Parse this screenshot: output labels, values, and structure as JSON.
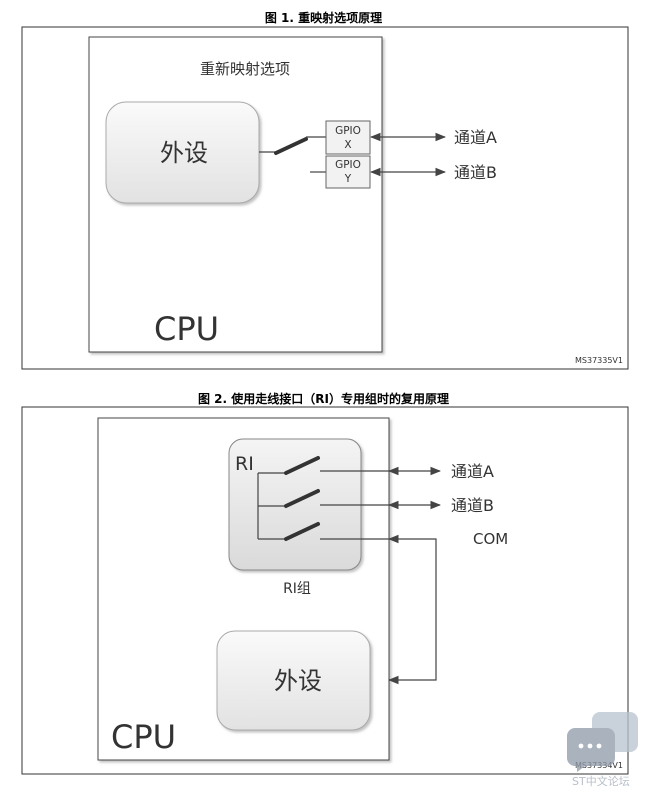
{
  "figure1": {
    "caption": "图 1. 重映射选项原理",
    "cpu_title": "重新映射选项",
    "peripheral": "外设",
    "gpio_x": [
      "GPIO",
      "X"
    ],
    "gpio_y": [
      "GPIO",
      "Y"
    ],
    "channel_a": "通道A",
    "channel_b": "通道B",
    "cpu_label": "CPU",
    "figure_id": "MS37335V1"
  },
  "figure2": {
    "caption": "图 2. 使用走线接口（RI）专用组时的复用原理",
    "ri_label": "RI",
    "ri_group": "RI组",
    "channel_a": "通道A",
    "channel_b": "通道B",
    "com": "COM",
    "peripheral": "外设",
    "cpu_label": "CPU",
    "figure_id": "MS37334V1"
  },
  "watermark": {
    "text": "ST中文论坛",
    "icon": "chat-bubble-icon"
  }
}
